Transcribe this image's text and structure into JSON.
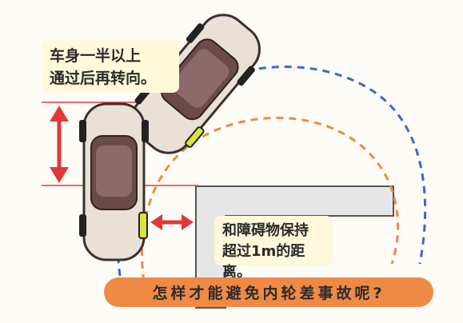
{
  "callouts": {
    "top": [
      "车身一半以上",
      "通过后再转向。"
    ],
    "right": [
      "和障碍物保持",
      "超过1m的距离。"
    ]
  },
  "banner": "怎样才能避免内轮差事故呢?",
  "colors": {
    "outer_arc": "#3a67d6",
    "inner_arc": "#ef8a45",
    "arrow": "#e0393b",
    "guide_line": "#e0393b",
    "wall_fill": "#e6e6e6",
    "wall_stroke": "#555555",
    "car_body": "#e9e0d6",
    "car_roof": "#6b4a4a",
    "wheel_highlight": "#d7e63a"
  }
}
